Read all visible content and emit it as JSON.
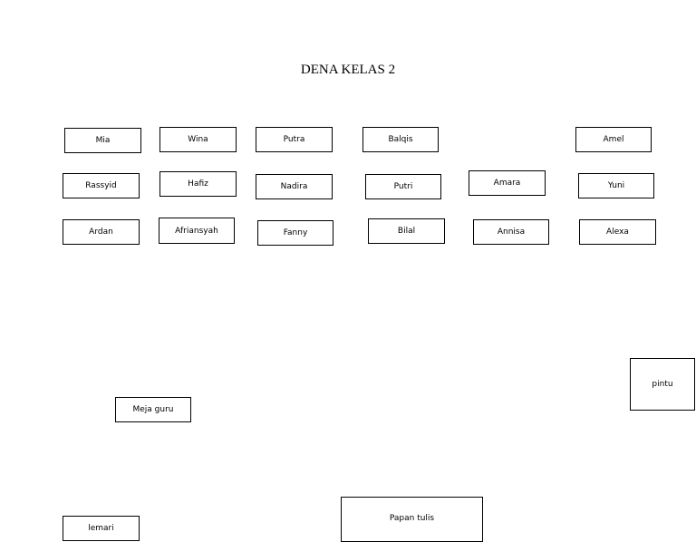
{
  "title": "DENA KELAS 2",
  "seats": {
    "row1": [
      "Mia",
      "Wina",
      "Putra",
      "Balqis",
      "Amel"
    ],
    "row2": [
      "Rassyid",
      "Hafiz",
      "Nadira",
      "Putri",
      "Amara",
      "Yuni"
    ],
    "row3": [
      "Ardan",
      "Afriansyah",
      "Fanny",
      "Bilal",
      "Annisa",
      "Alexa"
    ]
  },
  "furniture": {
    "teacher_desk": "Meja guru",
    "door": "pintu",
    "cupboard": "lemari",
    "whiteboard": "Papan tulis"
  }
}
